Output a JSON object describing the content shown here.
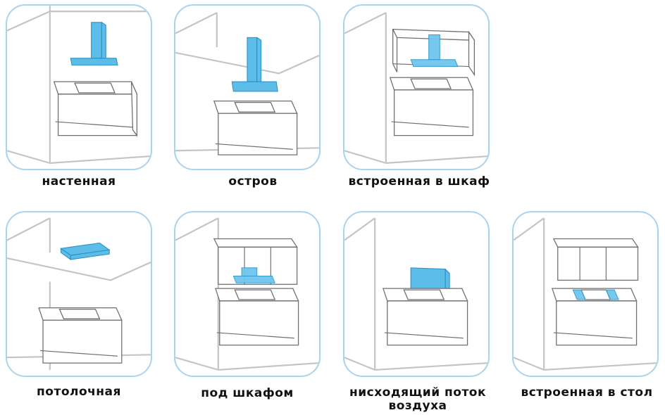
{
  "options": [
    {
      "id": "wall",
      "label": "настенная"
    },
    {
      "id": "island",
      "label": "остров"
    },
    {
      "id": "built-in-cabinet",
      "label": "встроенная в шкаф"
    },
    {
      "id": "ceiling",
      "label": "потолочная"
    },
    {
      "id": "under-cabinet",
      "label": "под шкафом"
    },
    {
      "id": "downdraft",
      "label": "нисходящий поток воздуха"
    },
    {
      "id": "built-in-table",
      "label": "встроенная в стол"
    }
  ],
  "colors": {
    "accent": "#5bbde8",
    "tile_border": "#a9d3ef"
  }
}
